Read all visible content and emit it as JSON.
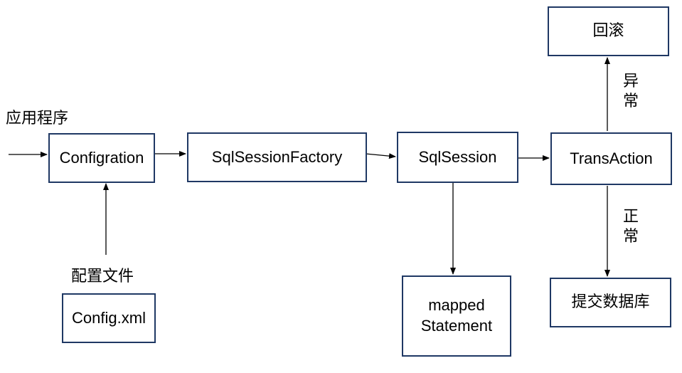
{
  "nodes": {
    "app_label": "应用程序",
    "configration": "Configration",
    "config_file_label": "配置文件",
    "config_xml": "Config.xml",
    "factory": "SqlSessionFactory",
    "session": "SqlSession",
    "mapped_line1": "mapped",
    "mapped_line2": "Statement",
    "transaction": "TransAction",
    "rollback": "回滚",
    "commit": "提交数据库"
  },
  "edge_labels": {
    "exception": "异常",
    "normal": "正常"
  }
}
